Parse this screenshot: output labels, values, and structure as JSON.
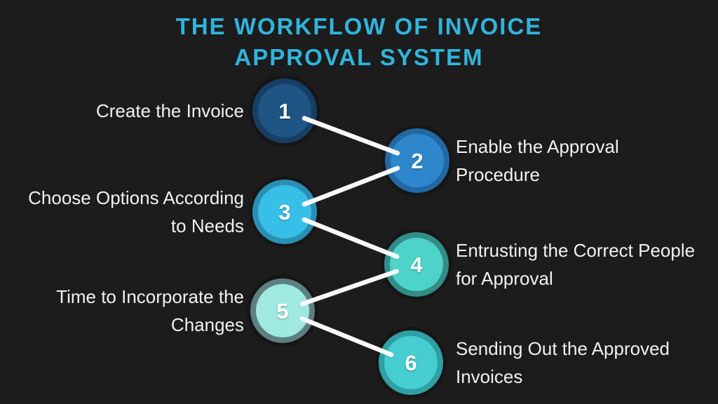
{
  "title_lines": [
    "THE WORKFLOW OF INVOICE",
    "APPROVAL SYSTEM"
  ],
  "colors": {
    "background": "#1c1c1c",
    "title": "#31b4dc",
    "connector": "#fafafa",
    "number_text": "#ffffff",
    "label_text": "#f1f1f1"
  },
  "steps": [
    {
      "number": "1",
      "label_lines": [
        "Create the Invoice"
      ],
      "side": "left",
      "fill": "#1f5585",
      "ring": "#173f66"
    },
    {
      "number": "2",
      "label_lines": [
        "Enable the Approval",
        "Procedure"
      ],
      "side": "right",
      "fill": "#2e87cd",
      "ring": "#2468a3"
    },
    {
      "number": "3",
      "label_lines": [
        "Choose Options According",
        "to Needs"
      ],
      "side": "left",
      "fill": "#38bfe7",
      "ring": "#2b8fb3"
    },
    {
      "number": "4",
      "label_lines": [
        "Entrusting the Correct People",
        "for Approval"
      ],
      "side": "right",
      "fill": "#4dd3c9",
      "ring": "#338c85"
    },
    {
      "number": "5",
      "label_lines": [
        "Time to Incorporate the",
        "Changes"
      ],
      "side": "left",
      "fill": "#9fe9e1",
      "ring": "#5d807e"
    },
    {
      "number": "6",
      "label_lines": [
        "Sending Out the Approved",
        "Invoices"
      ],
      "side": "right",
      "fill": "#45cdd0",
      "ring": "#2f9fa4"
    }
  ]
}
